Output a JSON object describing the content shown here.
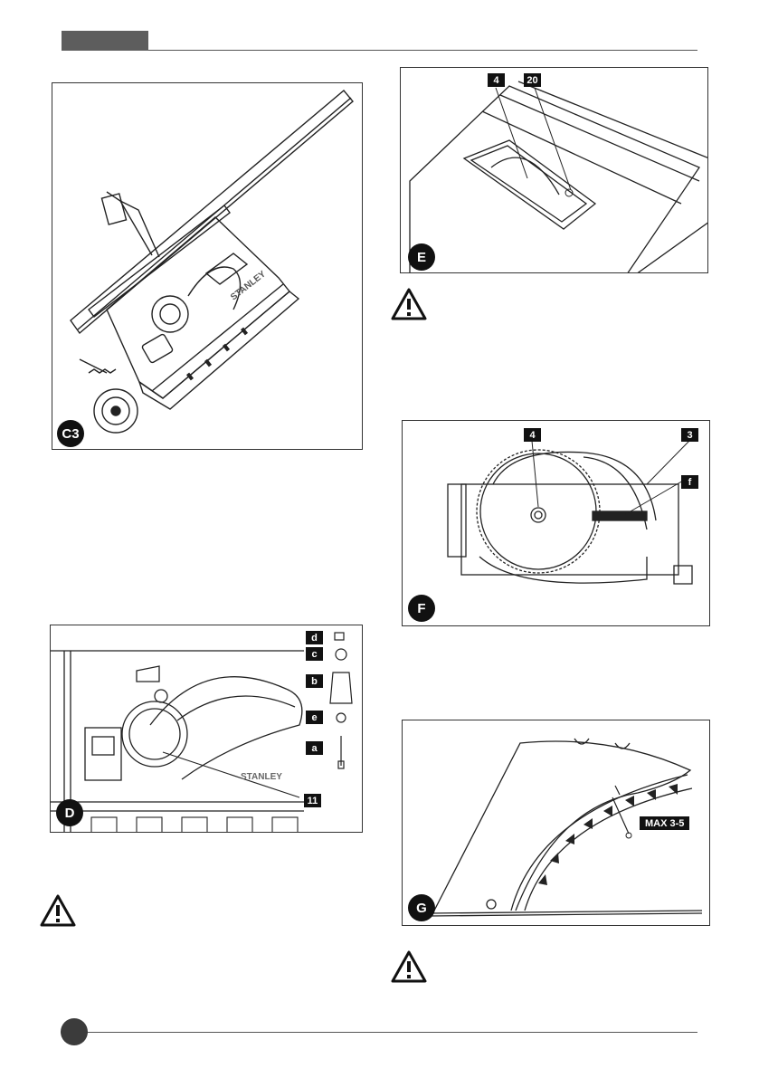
{
  "figures": {
    "c3": {
      "label": "C3",
      "brand": "STANLEY"
    },
    "e": {
      "label": "E",
      "callouts": [
        "4",
        "20"
      ]
    },
    "f": {
      "label": "F",
      "callouts": [
        "4",
        "3",
        "f"
      ]
    },
    "d": {
      "label": "D",
      "callouts": [
        "d",
        "c",
        "b",
        "e",
        "a",
        "11"
      ],
      "brand": "STANLEY"
    },
    "g": {
      "label": "G",
      "annotation": "MAX 3-5"
    }
  },
  "icons": {
    "warning": "warning-triangle-icon"
  }
}
